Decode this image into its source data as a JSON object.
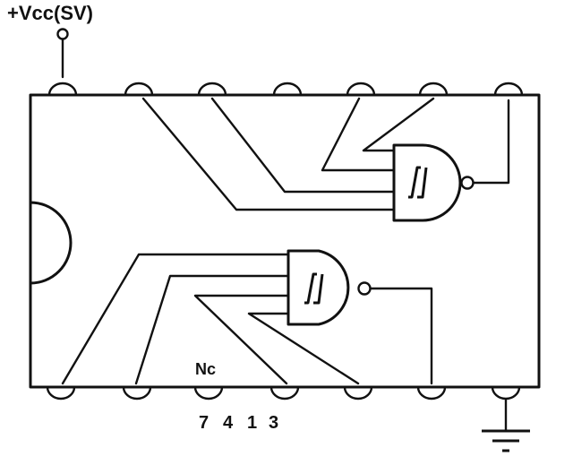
{
  "supply_label": "+Vcc(SV)",
  "nc_label": "Nc",
  "chip_label": "7413",
  "chip_label_glyphs": [
    "7",
    "4",
    "1",
    "3"
  ],
  "gate_symbol": "schmitt-trigger",
  "colors": {
    "ink": "#111111",
    "background": "#ffffff"
  }
}
